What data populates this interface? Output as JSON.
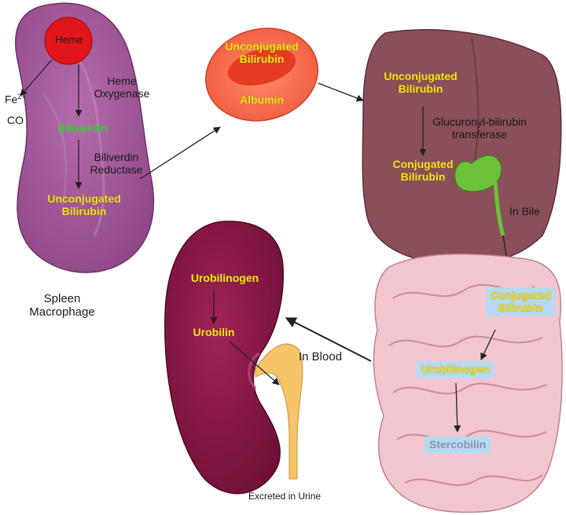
{
  "spleen": {
    "heme": "Heme",
    "iron": "Fe",
    "iron_sup": "2+",
    "co": "CO",
    "enzyme1": "Heme Oxygenase",
    "biliverdin": "Biliverdin",
    "enzyme2": "Biliverdin Reductase",
    "product": "Unconjugated Bilirubin",
    "caption": "Spleen Macrophage"
  },
  "blood_cell": {
    "bilirubin": "Unconjugated Bilirubin",
    "carrier": "Albumin"
  },
  "liver": {
    "input": "Unconjugated Bilirubin",
    "enzyme": "Glucuronyl-bilirubin transferase",
    "output": "Conjugated Bilirubin",
    "route": "In Bile"
  },
  "intestine": {
    "step1": "Conjugated Bilirubin",
    "step2": "Urobilinogen",
    "step3": "Stercobilin",
    "route": "In Blood"
  },
  "kidney": {
    "step1": "Urobilinogen",
    "step2": "Urobilin",
    "excreted": "Excreted in Urine"
  },
  "colors": {
    "pigment_yellow": "#f4e21a",
    "biliverdin_green": "#2fd02a",
    "heme_red": "#e2151b",
    "spleen": "#a45c9b",
    "liver": "#8a4f58",
    "kidney": "#8c1846",
    "intestine": "#f2c6cf",
    "label_box": "#b7daf4"
  }
}
